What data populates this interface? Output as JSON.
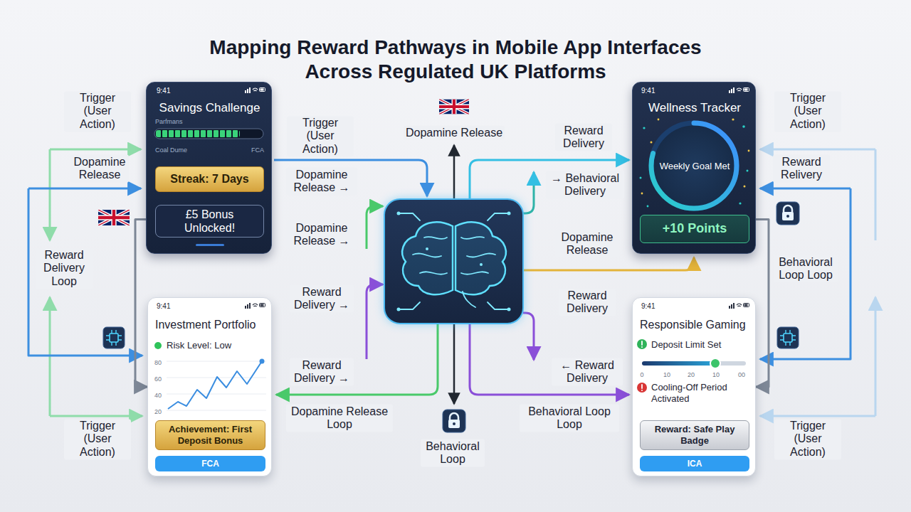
{
  "diagram": {
    "title": "Mapping Reward Pathways in Mobile App Interfaces Across Regulated UK Platforms",
    "nodes": [
      {
        "text": [
          "9:41",
          "Savings Challenge",
          "Parfmans",
          "Coal Dume",
          "FCA"
        ]
      },
      {
        "text": [
          "Streak: 7 Days"
        ],
        "in": 0
      },
      {
        "text": [
          "£5 Bonus Unlocked!"
        ],
        "in": 0
      },
      {
        "text": [
          "9:41",
          "Wellness Tracker"
        ]
      },
      {
        "text": [
          "Weekly Goal Met"
        ],
        "in": 3
      },
      {
        "text": [
          "+10 Points"
        ],
        "in": 3
      },
      {
        "text": [
          "9:41",
          "Investment Portfolio",
          "Risk Level: Low"
        ]
      },
      {
        "text": [
          "Achievement: First Deposit Bonus"
        ],
        "in": 6
      },
      {
        "text": [
          "FCA"
        ],
        "in": 6
      },
      {
        "text": [
          "9:41",
          "Responsible Gaming",
          "Deposit Limit Set",
          "Cooling-Off Period Activated"
        ]
      },
      {
        "text": [
          "Reward: Safe Play Badge"
        ],
        "in": 9
      },
      {
        "text": [
          "ICA"
        ],
        "in": 9
      }
    ],
    "edges": [
      {
        "from": 0,
        "to": 6,
        "arrow": "to"
      },
      {
        "from": 3,
        "to": 9,
        "arrow": "to"
      }
    ],
    "labels": [
      "Trigger (User Action)",
      "Dopamine Release",
      "Reward Delivery Loop",
      "Trigger (User Action)",
      "Trigger (User Action)",
      "Dopamine Release",
      "Dopamine Release →",
      "Dopamine Release →",
      "Reward Delivery →",
      "Reward Delivery →",
      "Dopamine Release Loop",
      "Behavioral Loop",
      "Reward Delivery",
      "→ Behavioral Delivery",
      "Dopamine Release",
      "Reward Delivery",
      "← Reward Delivery",
      "Behavioral Loop Loop",
      "Trigger (User Action)",
      "Reward Relivery",
      "Behavioral Loop Loop",
      "Trigger (User Action)",
      "80",
      "60",
      "40",
      "20",
      "0",
      "10",
      "20",
      "10",
      "00"
    ]
  }
}
